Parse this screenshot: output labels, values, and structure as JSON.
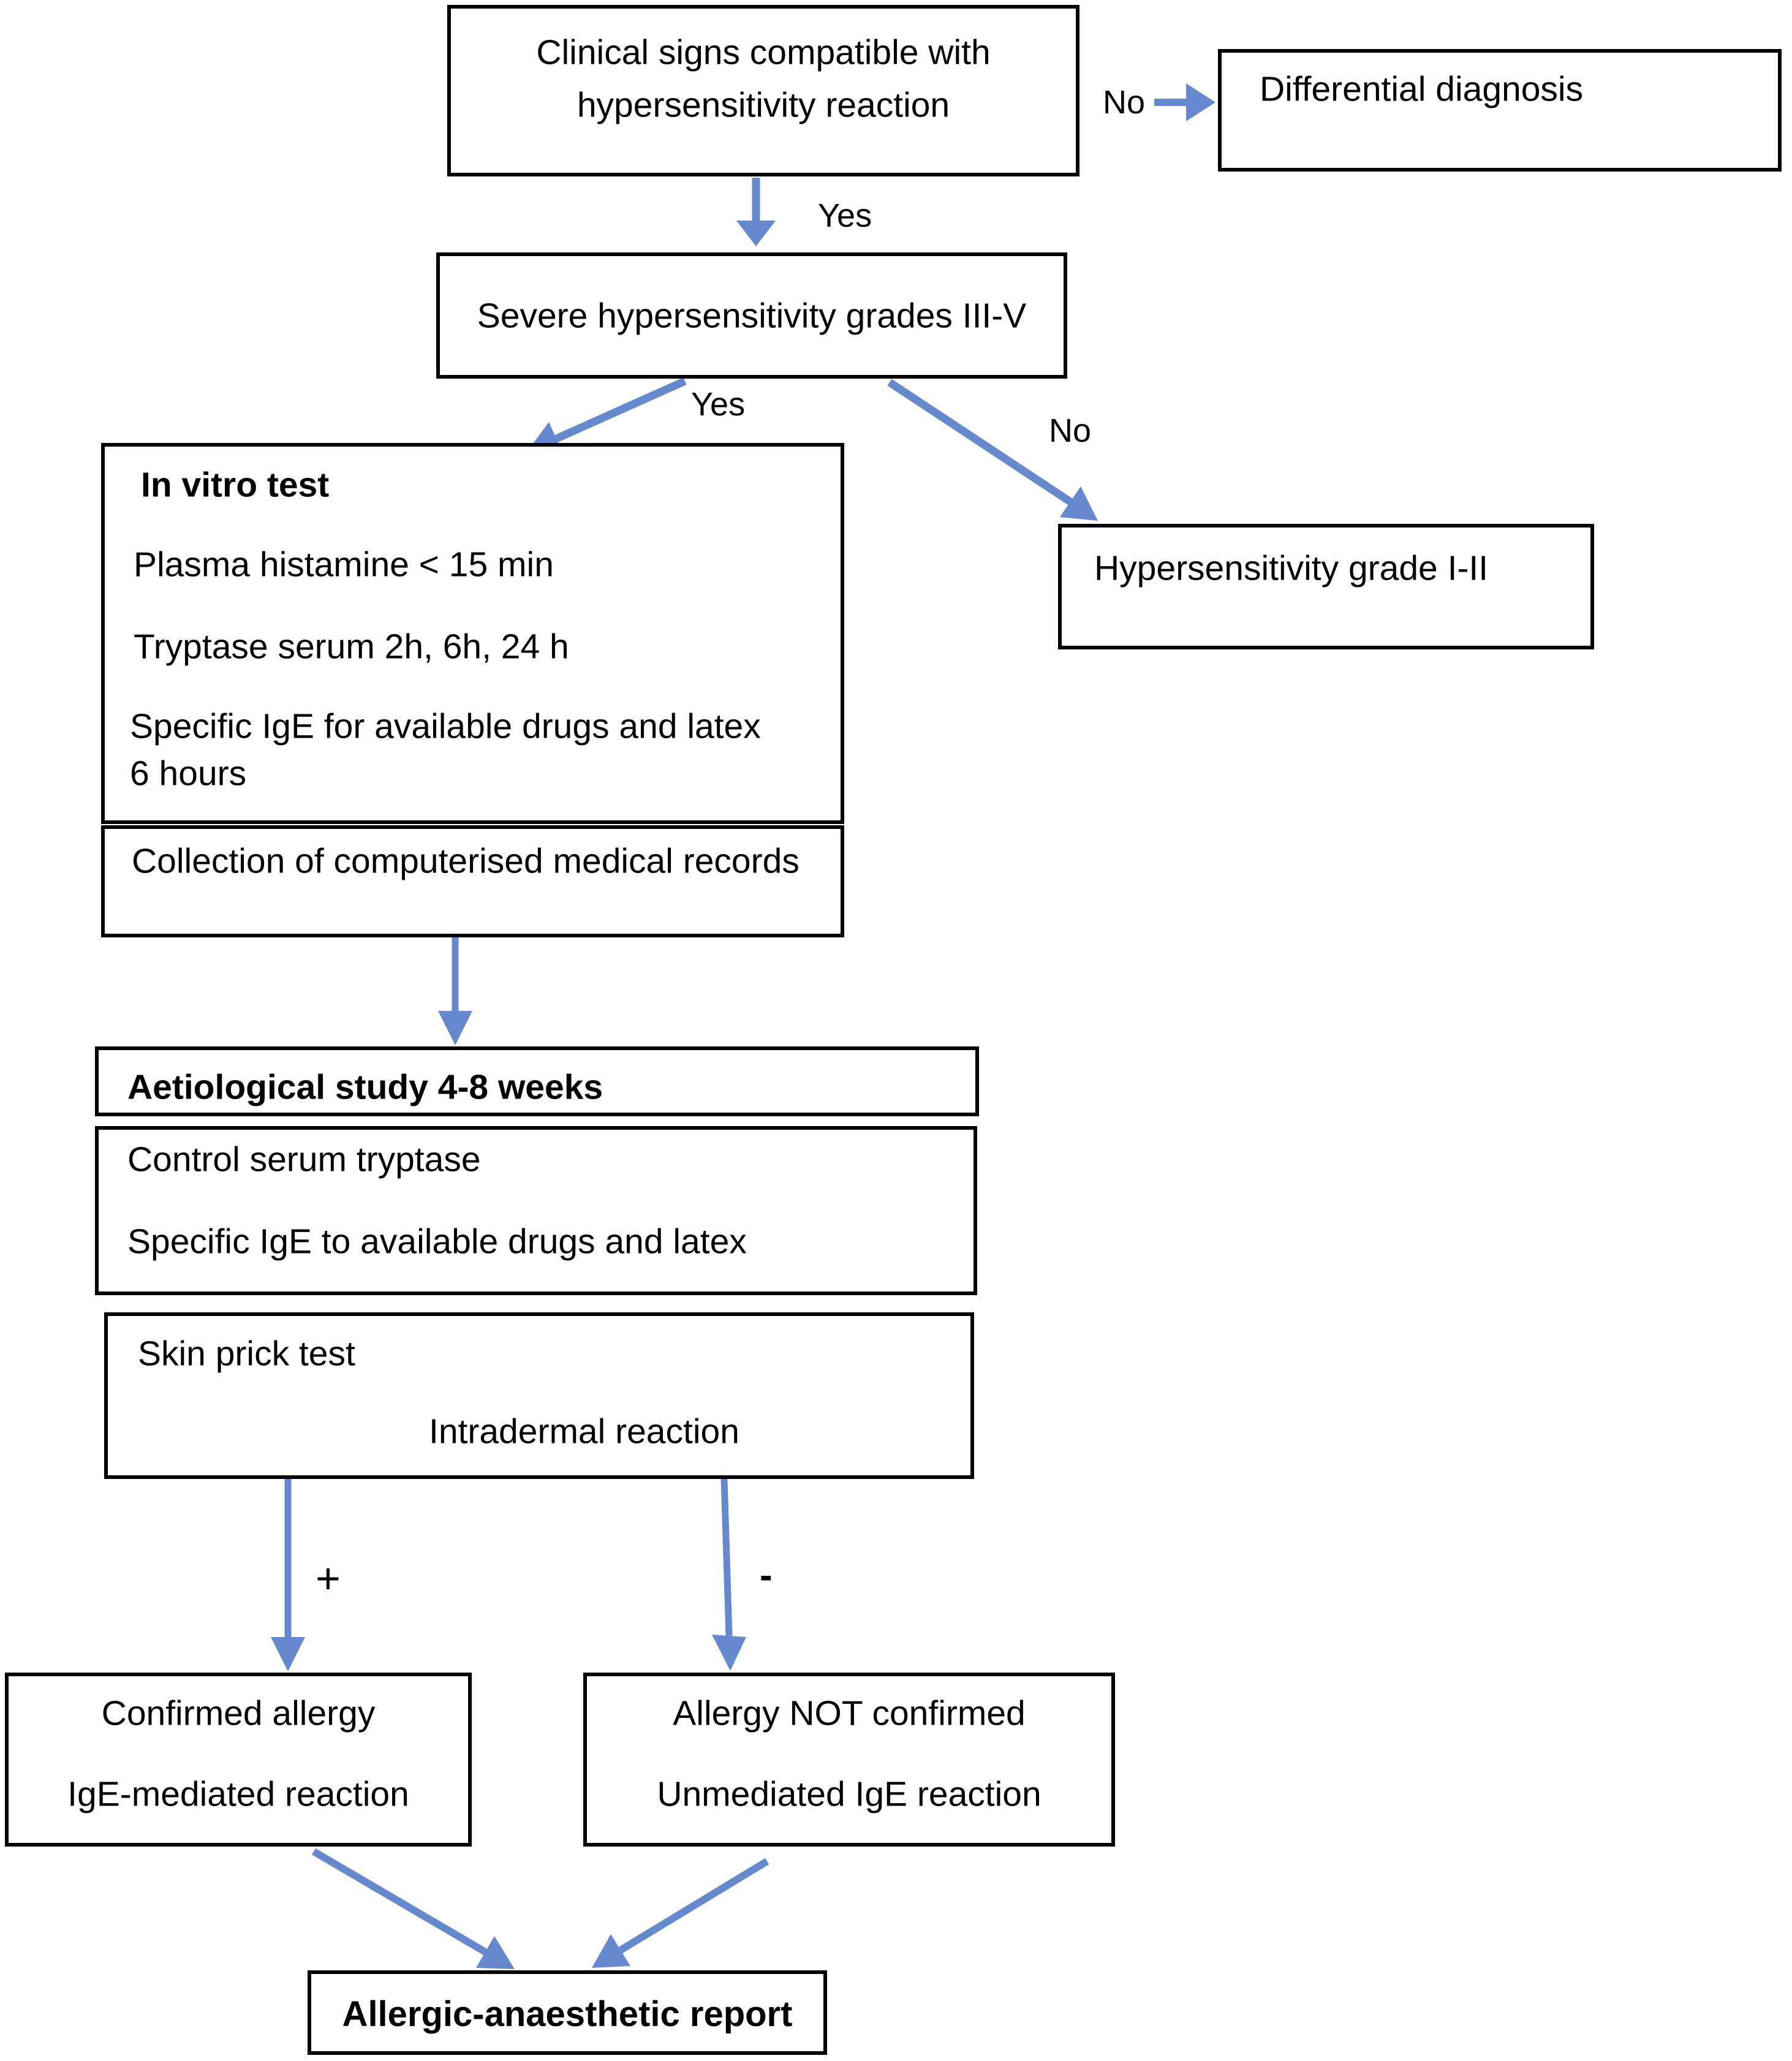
{
  "flowchart": {
    "colors": {
      "arrow": "#6688cd",
      "border": "#000000",
      "text": "#000000",
      "background": "#ffffff"
    },
    "nodes": {
      "clinical": {
        "line1": "Clinical signs compatible with",
        "line2": "hypersensitivity reaction"
      },
      "differential": {
        "label": "Differential diagnosis"
      },
      "severe": {
        "label": "Severe hypersensitivity grades III-V"
      },
      "invitro": {
        "title": "In vitro test",
        "line1": "Plasma histamine < 15 min",
        "line2": "Tryptase serum 2h, 6h, 24 h",
        "line3": "Specific IgE for available drugs and latex",
        "line4": "6 hours"
      },
      "hyper12": {
        "label": "Hypersensitivity grade I-II"
      },
      "collection": {
        "label": "Collection of computerised medical records"
      },
      "aetiological": {
        "title": "Aetiological study 4-8 weeks"
      },
      "control": {
        "line1": "Control serum tryptase",
        "line2": "Specific IgE to available drugs and latex"
      },
      "skin": {
        "line1": "Skin prick test",
        "line2": "Intradermal reaction"
      },
      "confirmed": {
        "line1": "Confirmed allergy",
        "line2": "IgE-mediated reaction"
      },
      "notconfirmed": {
        "line1": "Allergy NOT confirmed",
        "line2": "Unmediated IgE reaction"
      },
      "report": {
        "title": "Allergic-anaesthetic report"
      }
    },
    "labels": {
      "no_top": "No",
      "yes_top": "Yes",
      "yes_mid": "Yes",
      "no_mid": "No",
      "plus": "+",
      "minus": "-"
    }
  }
}
